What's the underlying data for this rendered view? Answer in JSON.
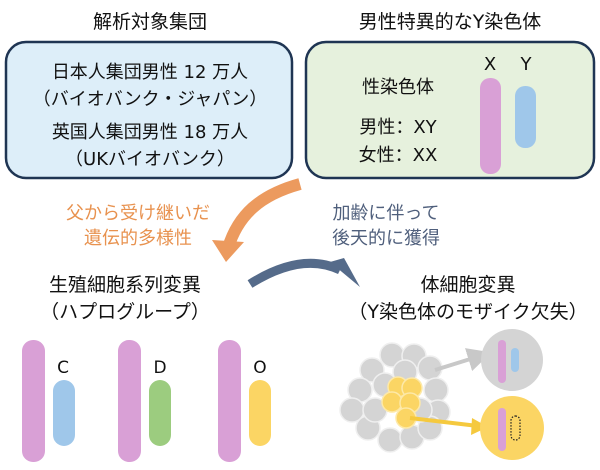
{
  "left_panel": {
    "title": "解析対象集団",
    "lines": [
      "日本人集団男性 12 万人",
      "（バイオバンク・ジャパン）",
      "英国人集団男性 18 万人",
      "（UKバイオバンク）"
    ]
  },
  "right_panel": {
    "title": "男性特異的なY染色体",
    "sex_chromosome_label": "性染色体",
    "male": "男性：XY",
    "female": "女性：XX",
    "x_label": "X",
    "y_label": "Y"
  },
  "inherited": {
    "line1": "父から受け継いだ",
    "line2": "遺伝的多様性"
  },
  "acquired": {
    "line1": "加齢に伴って",
    "line2": "後天的に獲得"
  },
  "germline": {
    "line1": "生殖細胞系列変異",
    "line2": "（ハプログループ）"
  },
  "somatic": {
    "line1": "体細胞変異",
    "line2": "（Y染色体のモザイク欠失）"
  },
  "haplogroups": [
    "C",
    "D",
    "O"
  ],
  "colors": {
    "pink": "#d9a0d6",
    "blue": "#9fc7ea",
    "green": "#9ccc7f",
    "yellow": "#fbd564",
    "orange": "#ec9a5e",
    "slate": "#556b8a",
    "navy": "#1f3553"
  }
}
